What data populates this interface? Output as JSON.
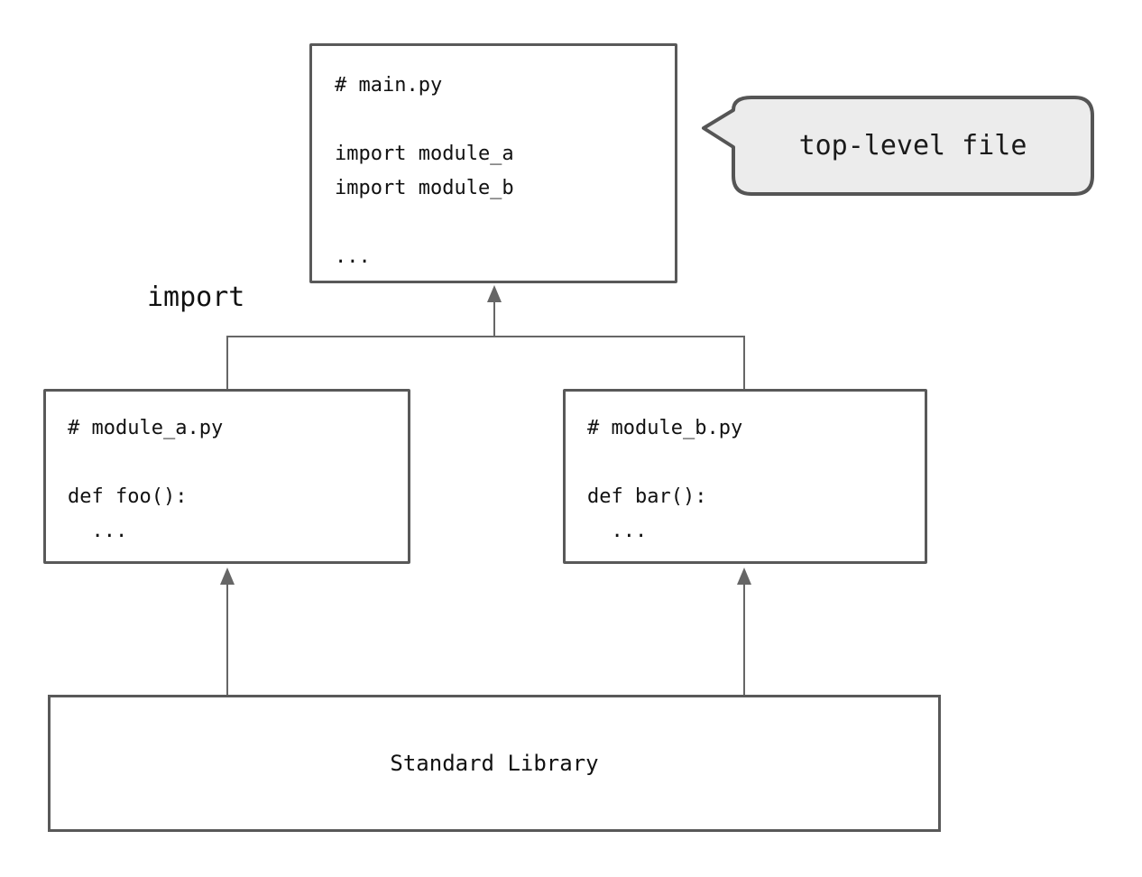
{
  "diagram": {
    "title_semantic": "python-import-diagram",
    "import_label": "import",
    "callout": {
      "text": "top-level file"
    },
    "main_box": {
      "lines": [
        "# main.py",
        "",
        "import module_a",
        "import module_b",
        "",
        "..."
      ]
    },
    "module_a_box": {
      "lines": [
        "# module_a.py",
        "",
        "def foo():",
        "  ..."
      ]
    },
    "module_b_box": {
      "lines": [
        "# module_b.py",
        "",
        "def bar():",
        "  ..."
      ]
    },
    "stdlib_box": {
      "label": "Standard Library"
    },
    "colors": {
      "background": "#ffffff",
      "box_border": "#595959",
      "connector": "#666666",
      "bubble_fill": "#ececec",
      "bubble_border": "#555555",
      "text": "#111111"
    }
  }
}
